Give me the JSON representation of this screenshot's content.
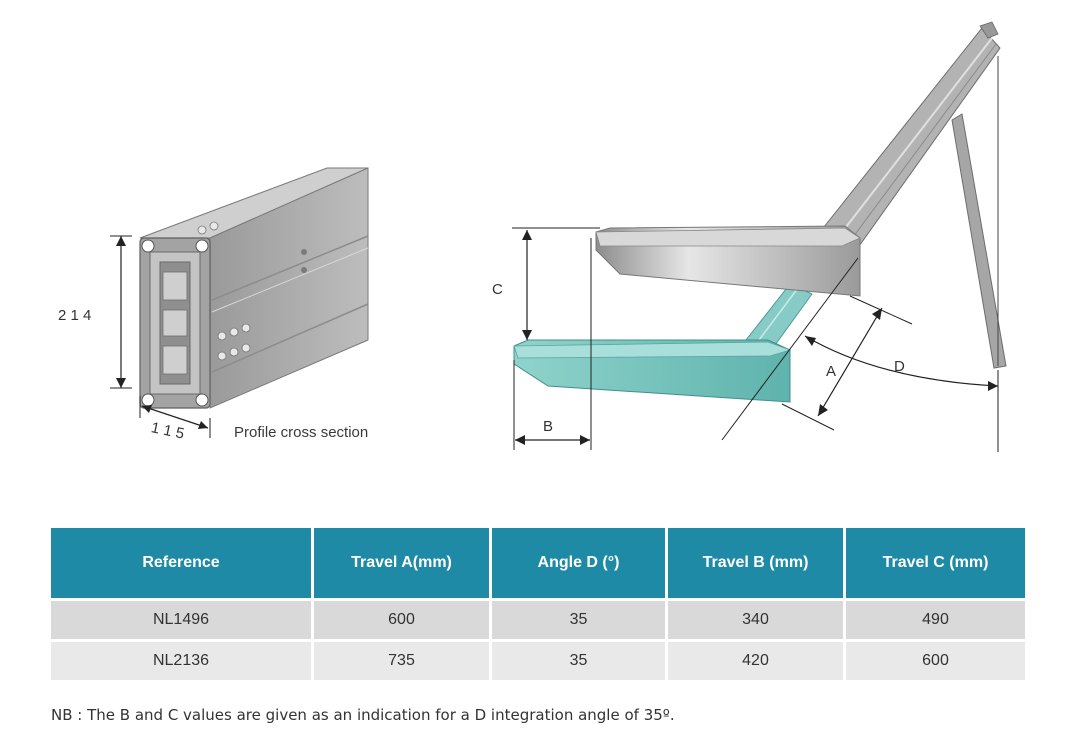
{
  "figure": {
    "profile": {
      "height_dim": "2 1 4",
      "width_dim": "1 1 5",
      "caption": "Profile cross section"
    },
    "mechanism": {
      "label_a": "A",
      "label_b": "B",
      "label_c": "C",
      "label_d": "D"
    }
  },
  "table": {
    "headers": [
      "Reference",
      "Travel A(mm)",
      "Angle D (°)",
      "Travel B (mm)",
      "Travel C (mm)"
    ],
    "rows": [
      [
        "NL1496",
        "600",
        "35",
        "340",
        "490"
      ],
      [
        "NL2136",
        "735",
        "35",
        "420",
        "600"
      ]
    ]
  },
  "note": "NB : The B and C values are given as an indication for a D integration angle of 35º.",
  "colors": {
    "header_bg": "#1f8aa5",
    "row_odd": "#d9d9d9",
    "row_even": "#e9e9e9",
    "teal_part": "#7fc9c4",
    "grey_part": "#a9a9a9"
  }
}
